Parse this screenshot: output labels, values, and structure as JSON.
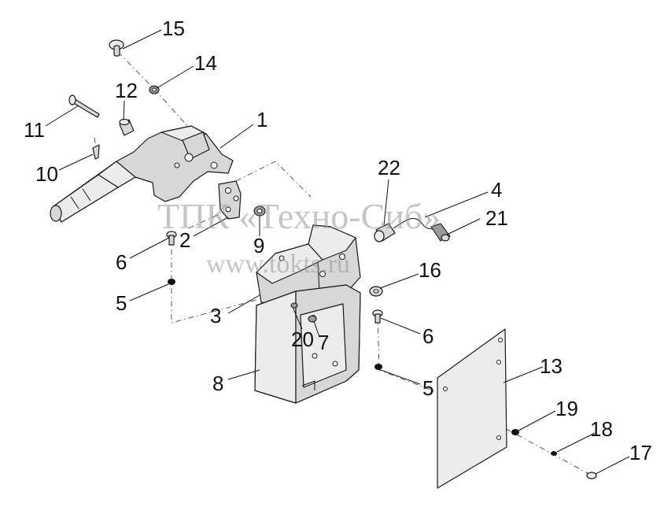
{
  "watermark": {
    "line1": "ТПК «Техно-Сиб»",
    "line2": "www.tokts.ru"
  },
  "callouts": [
    "1",
    "2",
    "3",
    "4",
    "5",
    "5",
    "6",
    "6",
    "7",
    "8",
    "9",
    "10",
    "11",
    "12",
    "13",
    "14",
    "15",
    "16",
    "17",
    "18",
    "19",
    "20",
    "21",
    "22"
  ]
}
